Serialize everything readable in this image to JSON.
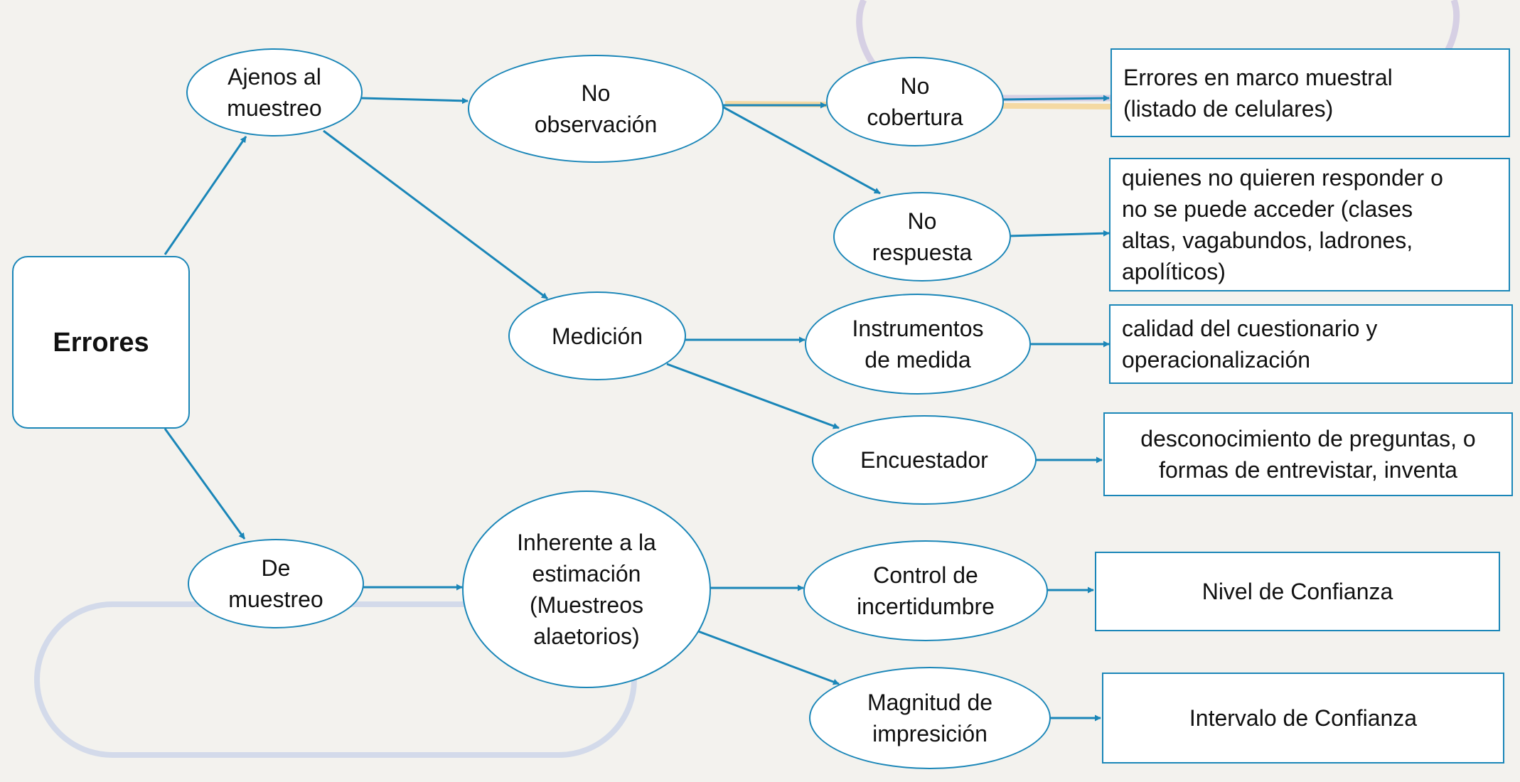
{
  "colors": {
    "background": "#f3f2ee",
    "stroke": "#1a86b8",
    "node_fill": "#ffffff",
    "text": "#111111",
    "decor_lavender": "#d6d0e4",
    "decor_blue": "#d3daea",
    "decor_orange": "#f4d9a3"
  },
  "nodes": {
    "errores": "Errores",
    "ajenos": "Ajenos al\nmuestreo",
    "de_muestreo": "De\nmuestreo",
    "no_observacion": "No\nobservación",
    "medicion": "Medición",
    "inherente": "Inherente a la\nestimación\n(Muestreos\nalaetorios)",
    "no_cobertura": "No\ncobertura",
    "no_respuesta": "No\nrespuesta",
    "instrumentos": "Instrumentos\nde medida",
    "encuestador": "Encuestador",
    "control": "Control de\nincertidumbre",
    "magnitud": "Magnitud de\nimpresición",
    "box_marco": "Errores en marco muestral\n(listado de celulares)",
    "box_quienes": "quienes no quieren responder o\nno se puede acceder (clases\naltas, vagabundos, ladrones,\napolíticos)",
    "box_calidad": "calidad del cuestionario y\noperacionalización",
    "box_desconocimiento": "desconocimiento de preguntas, o\nformas de entrevistar, inventa",
    "box_nivel": "Nivel de Confianza",
    "box_intervalo": "Intervalo de Confianza"
  }
}
